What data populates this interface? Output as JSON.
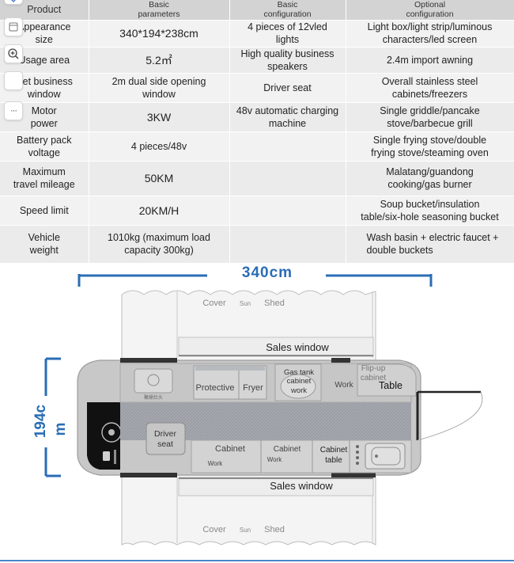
{
  "table": {
    "headers": {
      "product": "Product",
      "basic_parameters": "Basic\nparameters",
      "basic_configuration": "Basic\nconfiguration",
      "optional_configuration": "Optional\nconfiguration"
    },
    "rows": [
      {
        "product": "Appearance\nsize",
        "parameter": "340*194*238cm",
        "basic": "4 pieces of 12vled\nlights",
        "optional": "Light box/light strip/luminous\ncharacters/led screen"
      },
      {
        "product": "Usage area",
        "parameter": "5.2㎡",
        "basic": "High quality business\nspeakers",
        "optional": "2.4m import awning"
      },
      {
        "product": "Net business\nwindow",
        "parameter": "2m dual side opening\nwindow",
        "basic": "Driver seat",
        "optional": "Overall stainless steel\ncabinets/freezers"
      },
      {
        "product": "Motor\npower",
        "parameter": "3KW",
        "basic": "48v automatic charging\nmachine",
        "optional": "Single griddle/pancake\nstove/barbecue grill"
      },
      {
        "product": "Battery pack\nvoltage",
        "parameter": "4 pieces/48v",
        "basic": "",
        "optional": "Single frying stove/double\nfrying stove/steaming oven"
      },
      {
        "product": "Maximum\ntravel mileage",
        "parameter": "50KM",
        "basic": "",
        "optional": "Malatang/guandong\ncooking/gas burner"
      },
      {
        "product": "Speed limit",
        "parameter": "20KM/H",
        "basic": "",
        "optional": "Soup bucket/insulation\ntable/six-hole seasoning bucket"
      },
      {
        "product": "Vehicle\nweight",
        "parameter": "1010kg (maximum load\ncapacity 300kg)",
        "basic": "",
        "optional": "Wash basin + electric faucet +\ndouble buckets"
      }
    ]
  },
  "toolbar": {
    "icons": [
      "translate-icon",
      "zoom-icon",
      "more-icon"
    ],
    "more_label": "···"
  },
  "floor_plan": {
    "width_label": "340cm",
    "height_label_line1": "194c",
    "height_label_line2": "m",
    "awning_top": {
      "cover": "Cover",
      "sun": "Sun",
      "shed": "Shed"
    },
    "awning_bottom": {
      "cover": "Cover",
      "sun": "Sun",
      "shed": "Shed"
    },
    "sales_window_top": "Sales window",
    "sales_window_bottom": "Sales window",
    "protective": "Protective",
    "fryer": "Fryer",
    "gas_tank_line1": "Gas tank",
    "gas_tank_line2": "cabinet",
    "gas_tank_line3": "work",
    "work_top": "Work",
    "flip_up_line1": "Flip-up",
    "flip_up_line2": "cabinet",
    "table": "Table",
    "driver_line1": "Driver",
    "driver_line2": "seat",
    "cabinet1": "Cabinet",
    "work1": "Work",
    "cabinet2": "Cabinet",
    "work2": "Work",
    "cabinet_table_line1": "Cabinet",
    "cabinet_table_line2": "table",
    "stove_brand": "聚鼎灶头",
    "colors": {
      "accent": "#2a6db5",
      "body": "#c9c9c9",
      "floor": "#9ea2a8",
      "cabin": "#111111"
    }
  }
}
